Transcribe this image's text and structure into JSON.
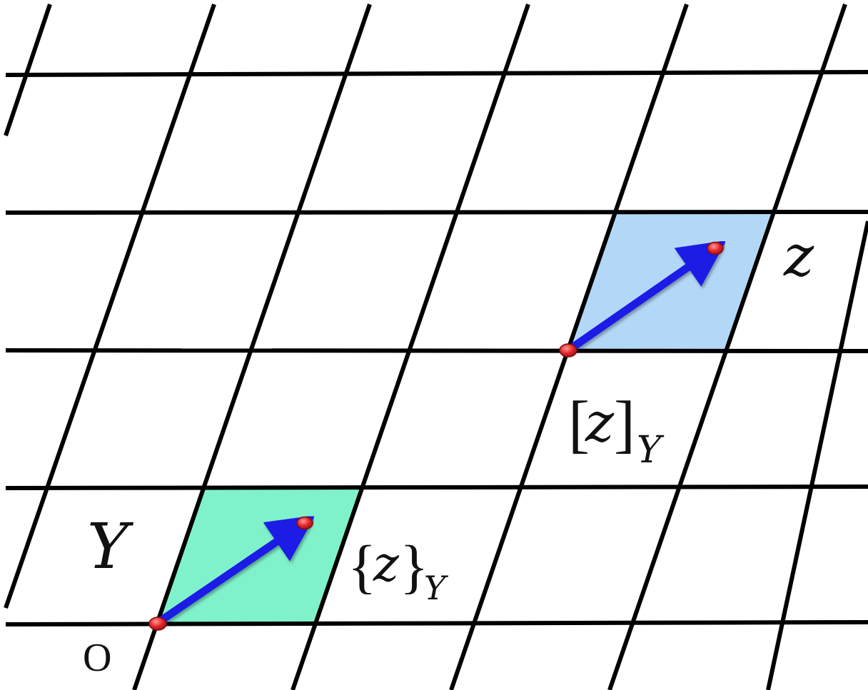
{
  "labels": {
    "origin": "O",
    "lattice": "Y",
    "point": "z",
    "integer_part": {
      "open": "[",
      "var": "z",
      "close": "]",
      "sub": "Y"
    },
    "fractional_part": {
      "open": "{",
      "var": "z",
      "close": "}",
      "sub": "Y"
    }
  },
  "colors": {
    "grid": "#000000",
    "fundamental_cell": "#7ff2cc",
    "target_cell": "#b3d8f7",
    "arrow": "#1a1ae6",
    "point": "#e2262b"
  }
}
